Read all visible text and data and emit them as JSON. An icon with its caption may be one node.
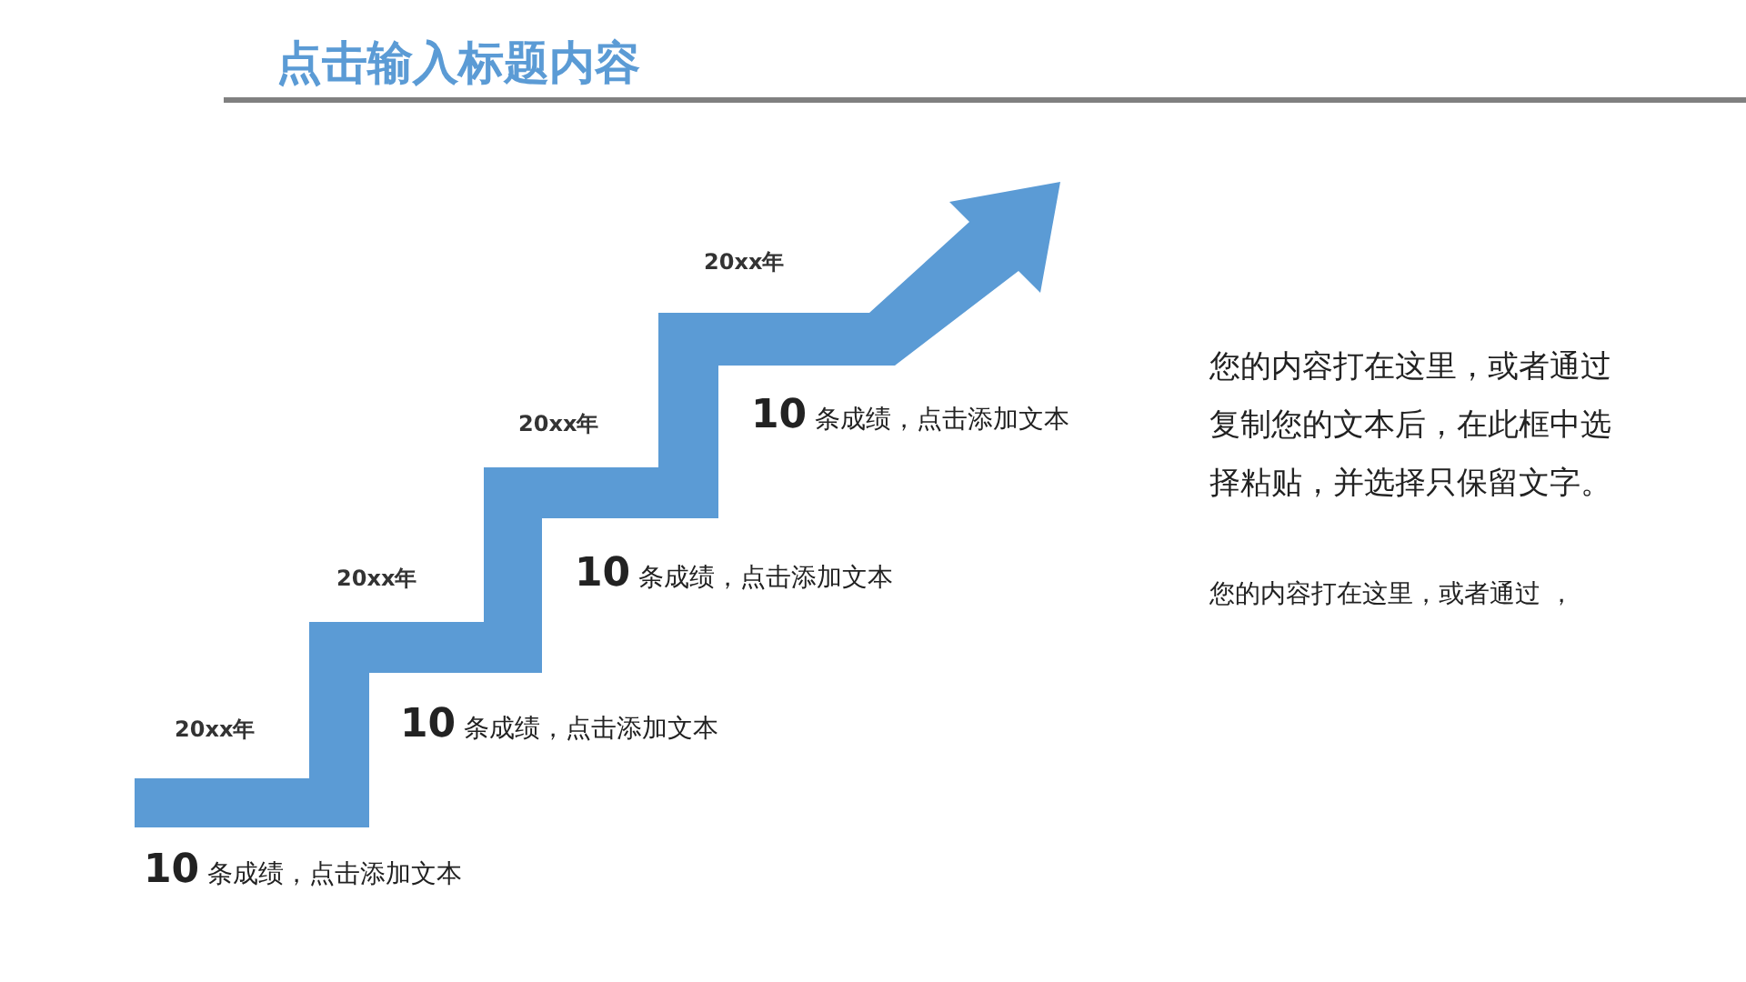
{
  "diagram": {
    "title": "点击输入标题内容",
    "labels": [
      "20xx年",
      "20xx年",
      "20xx年",
      "20xx年",
      "**10** 条成绩，点击添加文本",
      "**10** 条成绩，点击添加文本",
      "**10** 条成绩，点击添加文本",
      "**10** 条成绩，点击添加文本",
      "您的内容打在这里，或者通过复制您的文本后，在此框中选择粘贴，并选择只保留文字。",
      "您的内容打在这里，或者通过 ，"
    ]
  }
}
